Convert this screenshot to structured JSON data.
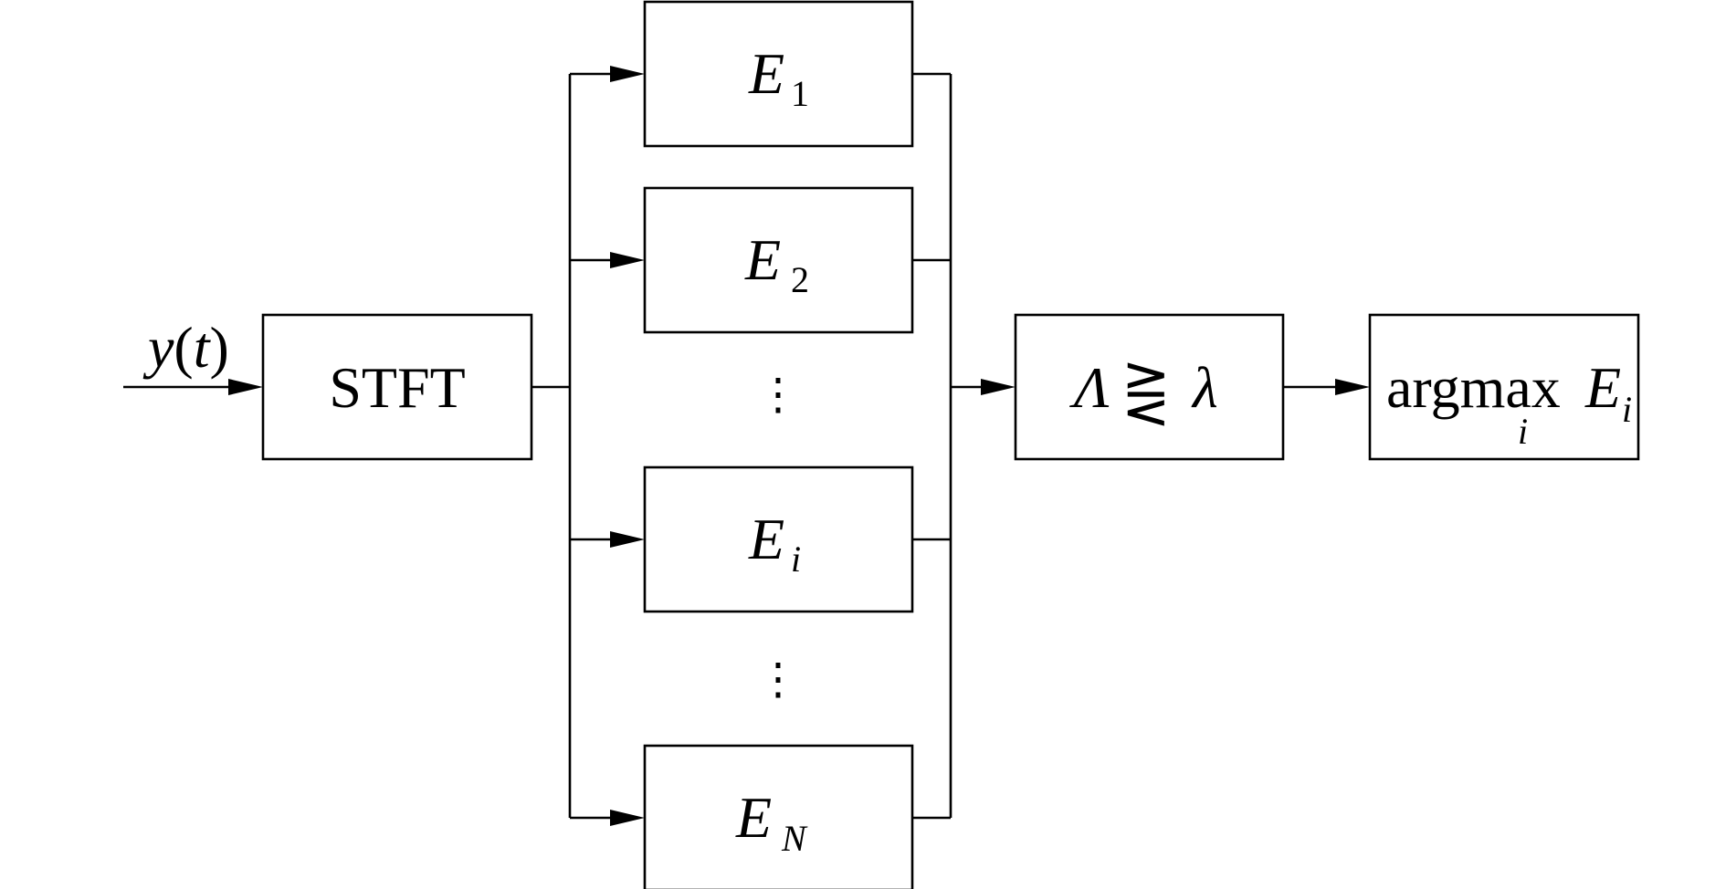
{
  "input": {
    "signal_func": "y",
    "signal_open": "(",
    "signal_arg": "t",
    "signal_close": ")"
  },
  "stft": {
    "label": "STFT"
  },
  "detectors": [
    {
      "base": "E",
      "sub": "1"
    },
    {
      "base": "E",
      "sub": "2"
    },
    {
      "base": "E",
      "sub": "i"
    },
    {
      "base": "E",
      "sub": "N"
    }
  ],
  "ellipsis": "⋮",
  "decision": {
    "lhs": "Λ",
    "op": "⋛",
    "rhs": "λ"
  },
  "output": {
    "op": "argmax",
    "op_sub": "i",
    "base": "E",
    "sub": "i"
  }
}
